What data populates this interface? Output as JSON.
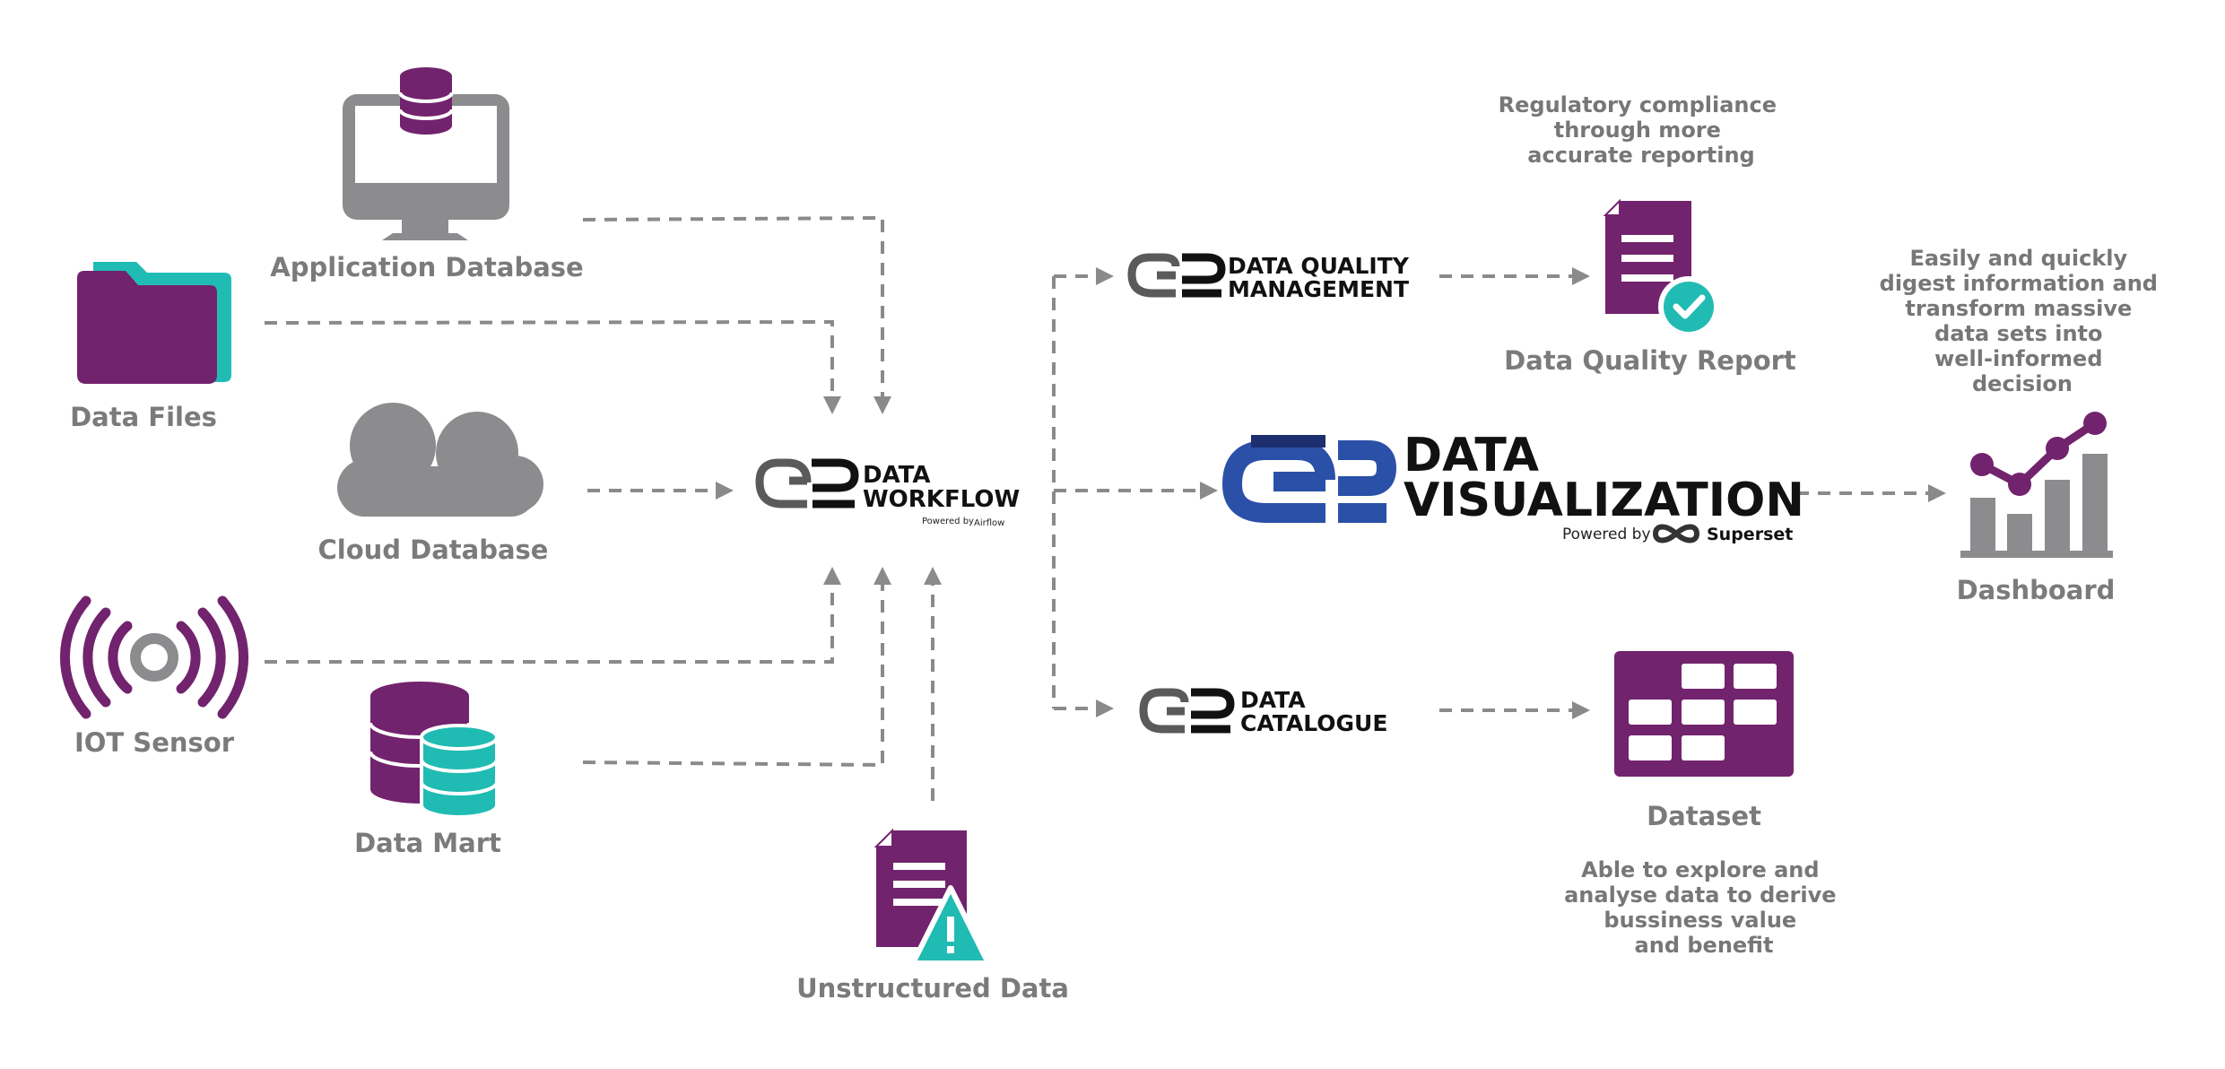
{
  "colors": {
    "purple": "#72236d",
    "teal": "#20bcb3",
    "gray": "#8c8c8f",
    "connector": "#8a8a8a",
    "blue": "#2b50a8",
    "navy": "#1d2f6e"
  },
  "sources": {
    "application_database": "Application Database",
    "data_files": "Data Files",
    "cloud_database": "Cloud Database",
    "iot_sensor": "IOT Sensor",
    "data_mart": "Data Mart",
    "unstructured_data": "Unstructured Data"
  },
  "hub": {
    "line1": "DATA",
    "line2": "WORKFLOW",
    "powered_by": "Powered by",
    "powered_by_brand": "Airflow"
  },
  "products": {
    "quality": {
      "line1": "DATA QUALITY",
      "line2": "MANAGEMENT"
    },
    "visualization": {
      "line1": "DATA",
      "line2": "VISUALIZATION",
      "powered_by": "Powered by",
      "brand": "Superset"
    },
    "catalogue": {
      "line1": "DATA",
      "line2": "CATALOGUE"
    }
  },
  "outputs": {
    "data_quality_report": "Data Quality Report",
    "dashboard": "Dashboard",
    "dataset": "Dataset"
  },
  "notes": {
    "quality": [
      "Regulatory compliance",
      "through more",
      "accurate reporting"
    ],
    "dashboard": [
      "Easily and quickly",
      "digest information and",
      "transform massive",
      "data sets into",
      "well-informed",
      "decision"
    ],
    "dataset": [
      "Able to explore and",
      "analyse data to derive",
      "bussiness value",
      "and benefit"
    ]
  },
  "icons": {
    "application_database": "monitor-database-icon",
    "data_files": "folder-icon",
    "cloud_database": "cloud-icon",
    "iot_sensor": "signal-sensor-icon",
    "data_mart": "database-stack-icon",
    "unstructured_data": "document-warning-icon",
    "data_quality_report": "document-check-icon",
    "dashboard": "bar-line-chart-icon",
    "dataset": "grid-table-icon",
    "brand": "ae-logo-icon",
    "superset": "infinity-icon"
  }
}
